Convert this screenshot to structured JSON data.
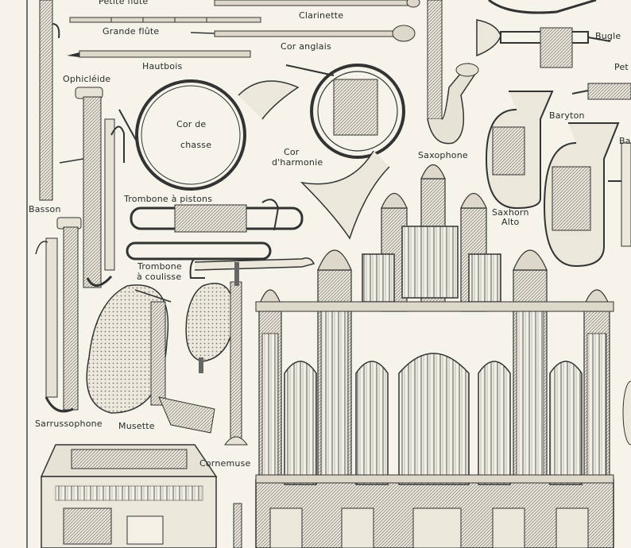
{
  "colors": {
    "paper": "#f6f3ea",
    "ink": "#2a2a2a"
  },
  "labels": {
    "petite_flute": "Petite flûte",
    "clarinette": "Clarinette",
    "grande_flute": "Grande flûte",
    "cor_anglais": "Cor anglais",
    "hautbois": "Hautbois",
    "ophicleide": "Ophicléide",
    "cor_de": "Cor de",
    "chasse": "chasse",
    "cor": "Cor",
    "dharmonie": "d'harmonie",
    "saxophone": "Saxophone",
    "bugle": "Bugle",
    "pet": "Pet",
    "baryton": "Baryton",
    "ba": "Ba",
    "basson": "Basson",
    "trombone_pistons": "Trombone à pistons",
    "saxhorn": "Saxhorn",
    "alto": "Alto",
    "trombone": "Trombone",
    "a_coulisse": "à coulisse",
    "sarrussophone": "Sarrussophone",
    "musette": "Musette",
    "cornemuse": "Cornemuse"
  }
}
